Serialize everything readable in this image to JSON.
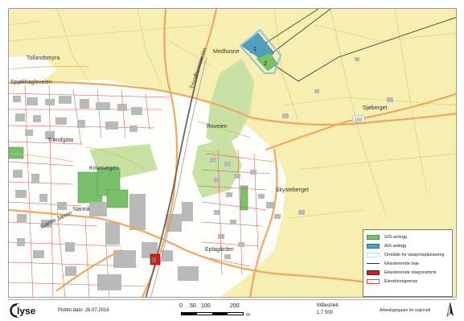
{
  "map": {
    "place_labels": [
      "Tollandsmyra",
      "Medhusne",
      "Spjøkhagleveien",
      "Sjøberget",
      "Trondheimsveien",
      "Trøndgata",
      "Roveien",
      "Knivsvegen",
      "Skysteberget",
      "Nannå",
      "Eplagården",
      "Gamle Jæren"
    ],
    "facility_numbers": [
      "1",
      "2"
    ],
    "road_number": "183",
    "colors": {
      "background": "#f6efb1",
      "urban": "#ffffff",
      "building": "#b9b9b9",
      "main_road": "#f1a760",
      "green": "#c8e2a3",
      "property_line": "#d9464a",
      "gis": "#79c06b",
      "ais": "#4f9fc0"
    }
  },
  "legend": {
    "items": [
      {
        "label": "GIS-anlegg",
        "color": "#79c06b",
        "kind": "fill"
      },
      {
        "label": "AIS-anlegg",
        "color": "#4f9fc0",
        "kind": "fill"
      },
      {
        "label": "Område for stasjonsplassering",
        "color": "#bfe0f3",
        "kind": "outline"
      },
      {
        "label": "Eksisterende linje",
        "color": "#333333",
        "kind": "line"
      },
      {
        "label": "Eksisterende stasjonstomt",
        "color": "#e8131c",
        "kind": "fill"
      },
      {
        "label": "Eiendomsgrense",
        "color": "#d9464a",
        "kind": "outline"
      }
    ]
  },
  "footer": {
    "logo_text": "lyse",
    "plot_date": "Plottet dato: 26.07.2016",
    "scale_ticks": [
      "0",
      "50",
      "100",
      "200"
    ],
    "scale_unit": "m",
    "scale_title": "Målestokk",
    "scale_value": "1:7 500",
    "credit": "Arbeidsgruppen for regionalt"
  }
}
